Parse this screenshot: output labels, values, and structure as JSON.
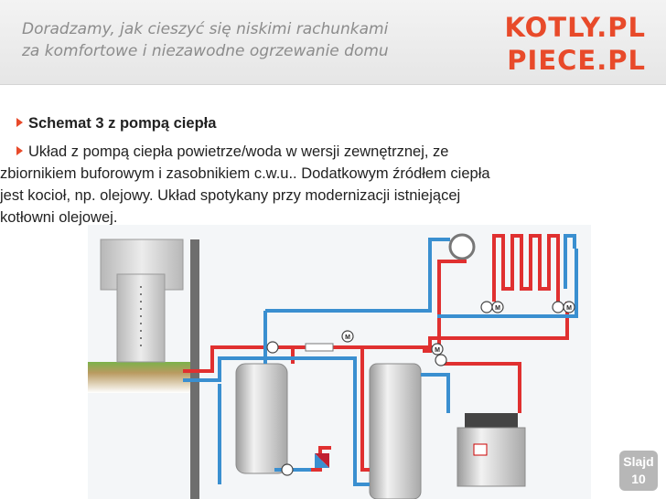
{
  "header": {
    "tagline_line1": "Doradzamy, jak cieszyć się niskimi rachunkami",
    "tagline_line2": "za komfortowe i niezawodne ogrzewanie domu",
    "logo_line1": "KOTLY.PL",
    "logo_line2": "PIECE.PL",
    "logo_color": "#e84a2a"
  },
  "content": {
    "heading": "Schemat 3 z pompą ciepła",
    "body_line1": "Układ z pompą ciepła powietrze/woda w wersji zewnętrznej, ze",
    "body_line2": "zbiornikiem buforowym i zasobnikiem c.w.u.. Dodatkowym źródłem ciepła",
    "body_line3": "jest kocioł, np. olejowy. Układ spotykany przy modernizacji istniejącej",
    "body_line4": "kotłowni olejowej."
  },
  "diagram": {
    "valve_label": "M",
    "pipe_hot_color": "#e03030",
    "pipe_cold_color": "#3a8fd0"
  },
  "slide": {
    "label": "Slajd",
    "number": "10"
  }
}
